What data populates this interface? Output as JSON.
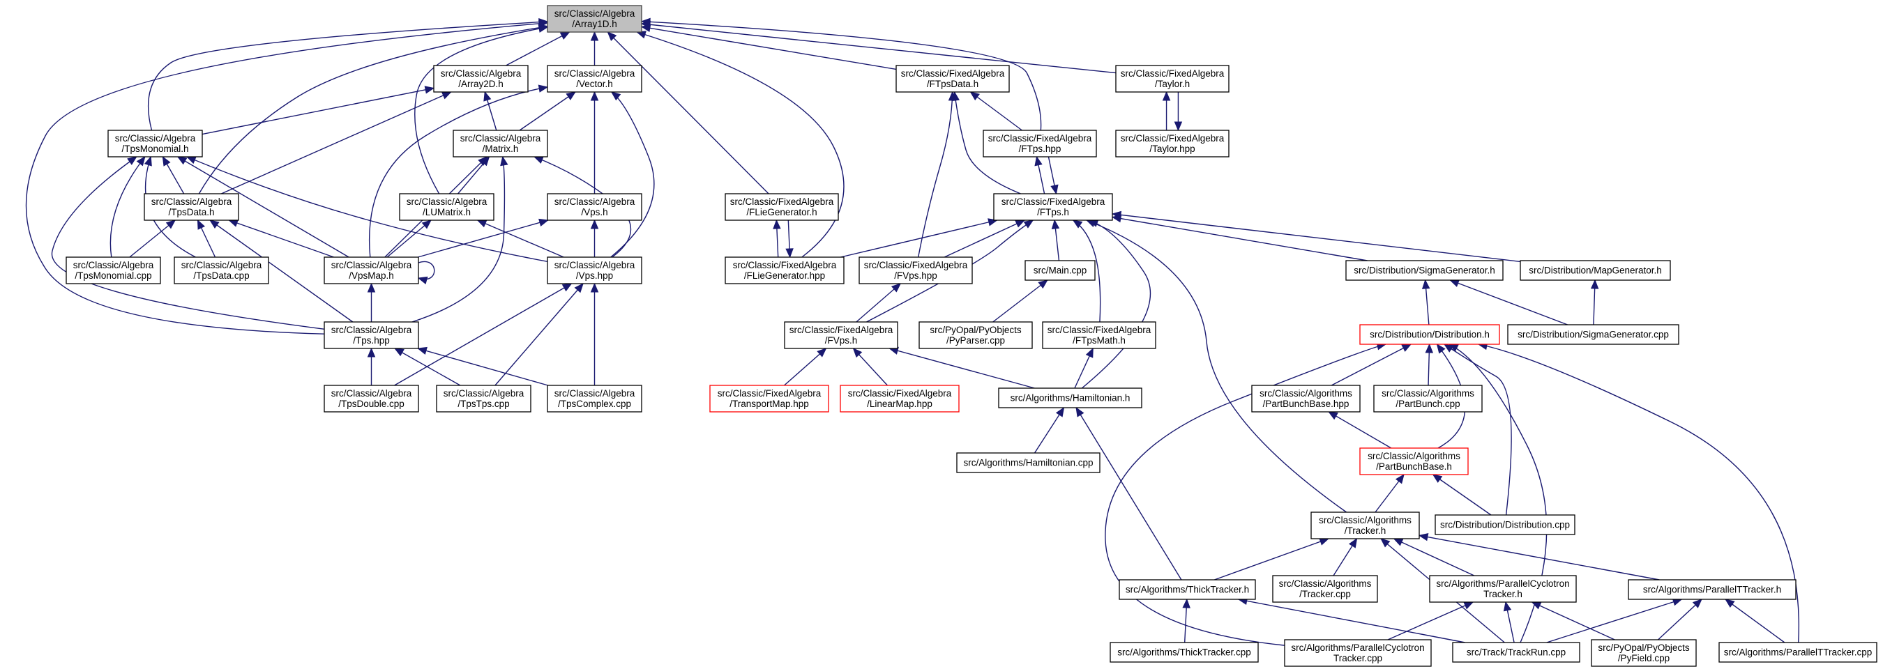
{
  "diagram": {
    "type": "include-dependency-graph",
    "colors": {
      "edge": "#191970",
      "root_fill": "#bfbfbf",
      "node_border": "#000000",
      "truncated_border": "#ff0000"
    },
    "nodes": [
      {
        "id": "array1d",
        "lines": [
          "src/Classic/Algebra",
          "/Array1D.h"
        ],
        "style": "root"
      },
      {
        "id": "array2d",
        "lines": [
          "src/Classic/Algebra",
          "/Array2D.h"
        ]
      },
      {
        "id": "vector",
        "lines": [
          "src/Classic/Algebra",
          "/Vector.h"
        ]
      },
      {
        "id": "ftpsdata",
        "lines": [
          "src/Classic/FixedAlgebra",
          "/FTpsData.h"
        ]
      },
      {
        "id": "taylor_h",
        "lines": [
          "src/Classic/FixedAlgebra",
          "/Taylor.h"
        ]
      },
      {
        "id": "tpsmonomial_h",
        "lines": [
          "src/Classic/Algebra",
          "/TpsMonomial.h"
        ]
      },
      {
        "id": "matrix",
        "lines": [
          "src/Classic/Algebra",
          "/Matrix.h"
        ]
      },
      {
        "id": "ftps_hpp",
        "lines": [
          "src/Classic/FixedAlgebra",
          "/FTps.hpp"
        ]
      },
      {
        "id": "taylor_hpp",
        "lines": [
          "src/Classic/FixedAlgebra",
          "/Taylor.hpp"
        ]
      },
      {
        "id": "tpsdata_h",
        "lines": [
          "src/Classic/Algebra",
          "/TpsData.h"
        ]
      },
      {
        "id": "lumatrix",
        "lines": [
          "src/Classic/Algebra",
          "/LUMatrix.h"
        ]
      },
      {
        "id": "vps_h",
        "lines": [
          "src/Classic/Algebra",
          "/Vps.h"
        ]
      },
      {
        "id": "fliegen_h",
        "lines": [
          "src/Classic/FixedAlgebra",
          "/FLieGenerator.h"
        ]
      },
      {
        "id": "ftps_h",
        "lines": [
          "src/Classic/FixedAlgebra",
          "/FTps.h"
        ]
      },
      {
        "id": "tpsmonomial_cpp",
        "lines": [
          "src/Classic/Algebra",
          "/TpsMonomial.cpp"
        ]
      },
      {
        "id": "tpsdata_cpp",
        "lines": [
          "src/Classic/Algebra",
          "/TpsData.cpp"
        ]
      },
      {
        "id": "vpsmap",
        "lines": [
          "src/Classic/Algebra",
          "/VpsMap.h"
        ]
      },
      {
        "id": "vps_hpp",
        "lines": [
          "src/Classic/Algebra",
          "/Vps.hpp"
        ]
      },
      {
        "id": "fliegen_hpp",
        "lines": [
          "src/Classic/FixedAlgebra",
          "/FLieGenerator.hpp"
        ]
      },
      {
        "id": "fvps_hpp",
        "lines": [
          "src/Classic/FixedAlgebra",
          "/FVps.hpp"
        ]
      },
      {
        "id": "main_cpp",
        "lines": [
          "src/Main.cpp"
        ]
      },
      {
        "id": "sigmagen_h",
        "lines": [
          "src/Distribution/SigmaGenerator.h"
        ]
      },
      {
        "id": "mapgen_h",
        "lines": [
          "src/Distribution/MapGenerator.h"
        ]
      },
      {
        "id": "tps_hpp",
        "lines": [
          "src/Classic/Algebra",
          "/Tps.hpp"
        ]
      },
      {
        "id": "fvps_h",
        "lines": [
          "src/Classic/FixedAlgebra",
          "/FVps.h"
        ]
      },
      {
        "id": "pyparser",
        "lines": [
          "src/PyOpal/PyObjects",
          "/PyParser.cpp"
        ]
      },
      {
        "id": "ftpsmath",
        "lines": [
          "src/Classic/FixedAlgebra",
          "/FTpsMath.h"
        ]
      },
      {
        "id": "distribution_h",
        "lines": [
          "src/Distribution/Distribution.h"
        ],
        "style": "truncated"
      },
      {
        "id": "sigmagen_cpp",
        "lines": [
          "src/Distribution/SigmaGenerator.cpp"
        ]
      },
      {
        "id": "tpsdouble",
        "lines": [
          "src/Classic/Algebra",
          "/TpsDouble.cpp"
        ]
      },
      {
        "id": "tpstps",
        "lines": [
          "src/Classic/Algebra",
          "/TpsTps.cpp"
        ]
      },
      {
        "id": "tpscomplex",
        "lines": [
          "src/Classic/Algebra",
          "/TpsComplex.cpp"
        ]
      },
      {
        "id": "transportmap",
        "lines": [
          "src/Classic/FixedAlgebra",
          "/TransportMap.hpp"
        ],
        "style": "truncated"
      },
      {
        "id": "linearmap",
        "lines": [
          "src/Classic/FixedAlgebra",
          "/LinearMap.hpp"
        ],
        "style": "truncated"
      },
      {
        "id": "hamiltonian_h",
        "lines": [
          "src/Algorithms/Hamiltonian.h"
        ]
      },
      {
        "id": "partbunchbase_hpp",
        "lines": [
          "src/Classic/Algorithms",
          "/PartBunchBase.hpp"
        ]
      },
      {
        "id": "partbunch_cpp",
        "lines": [
          "src/Classic/Algorithms",
          "/PartBunch.cpp"
        ]
      },
      {
        "id": "hamiltonian_cpp",
        "lines": [
          "src/Algorithms/Hamiltonian.cpp"
        ]
      },
      {
        "id": "partbunchbase_h",
        "lines": [
          "src/Classic/Algorithms",
          "/PartBunchBase.h"
        ],
        "style": "truncated"
      },
      {
        "id": "tracker_h",
        "lines": [
          "src/Classic/Algorithms",
          "/Tracker.h"
        ]
      },
      {
        "id": "distribution_cpp",
        "lines": [
          "src/Distribution/Distribution.cpp"
        ]
      },
      {
        "id": "thicktracker_h",
        "lines": [
          "src/Algorithms/ThickTracker.h"
        ]
      },
      {
        "id": "tracker_cpp",
        "lines": [
          "src/Classic/Algorithms",
          "/Tracker.cpp"
        ]
      },
      {
        "id": "parcyc_h",
        "lines": [
          "src/Algorithms/ParallelCyclotron",
          "Tracker.h"
        ]
      },
      {
        "id": "partt_h",
        "lines": [
          "src/Algorithms/ParallelTTracker.h"
        ]
      },
      {
        "id": "thicktracker_cpp",
        "lines": [
          "src/Algorithms/ThickTracker.cpp"
        ]
      },
      {
        "id": "parcyc_cpp",
        "lines": [
          "src/Algorithms/ParallelCyclotron",
          "Tracker.cpp"
        ]
      },
      {
        "id": "trackrun",
        "lines": [
          "src/Track/TrackRun.cpp"
        ]
      },
      {
        "id": "pyfield",
        "lines": [
          "src/PyOpal/PyObjects",
          "/PyField.cpp"
        ]
      },
      {
        "id": "partt_cpp",
        "lines": [
          "src/Algorithms/ParallelTTracker.cpp"
        ]
      }
    ]
  }
}
